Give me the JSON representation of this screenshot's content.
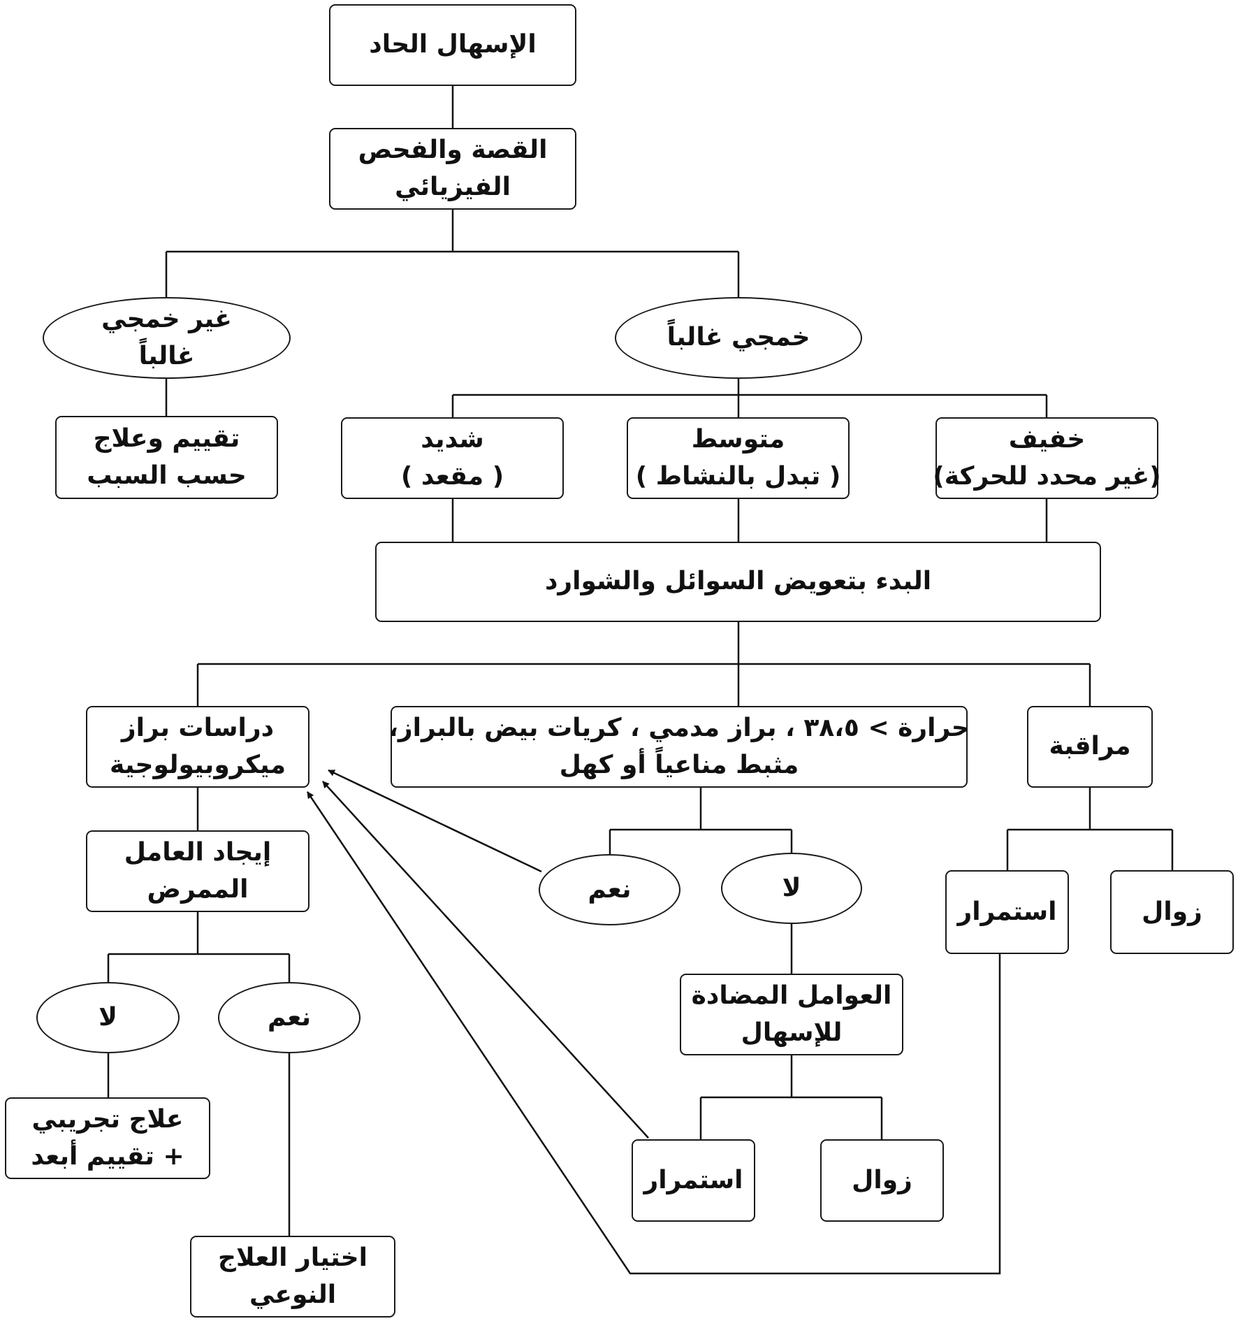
{
  "nodes": {
    "acute": [
      "الإسهال الحاد"
    ],
    "history": [
      "القصة والفحص",
      "الفيزيائي"
    ],
    "non_inf": [
      "غير خمجي",
      "غالباً"
    ],
    "inf": [
      "خمجي غالباً"
    ],
    "eval_tx": [
      "تقييم وعلاج",
      "حسب السبب"
    ],
    "severe": [
      "شديد",
      "( مقعد )"
    ],
    "moderate": [
      "متوسط",
      "( تبدل بالنشاط )"
    ],
    "mild": [
      "خفيف",
      "(غير محدد للحركة)"
    ],
    "fluids": [
      "البدء بتعويض السوائل والشوارد"
    ],
    "stool": [
      "دراسات براز",
      "ميكروبيولوجية"
    ],
    "criteria": [
      "حرارة > ٣٨،٥ ، براز مدمي ، كريات بيض بالبراز،",
      "مثبط مناعياً أو كهل"
    ],
    "observe": [
      "مراقبة"
    ],
    "find_agent": [
      "إيجاد العامل",
      "الممرض"
    ],
    "yes1": [
      "نعم"
    ],
    "no1": [
      "لا"
    ],
    "persist1": [
      "استمرار"
    ],
    "resolve1": [
      "زوال"
    ],
    "antidiarrheal": [
      "العوامل المضادة",
      "للإسهال"
    ],
    "no2": [
      "لا"
    ],
    "yes2": [
      "نعم"
    ],
    "empiric": [
      "علاج تجريبي",
      "+ تقييم أبعد"
    ],
    "persist2": [
      "استمرار"
    ],
    "resolve2": [
      "زوال"
    ],
    "specific": [
      "اختيار العلاج",
      "النوعي"
    ]
  }
}
